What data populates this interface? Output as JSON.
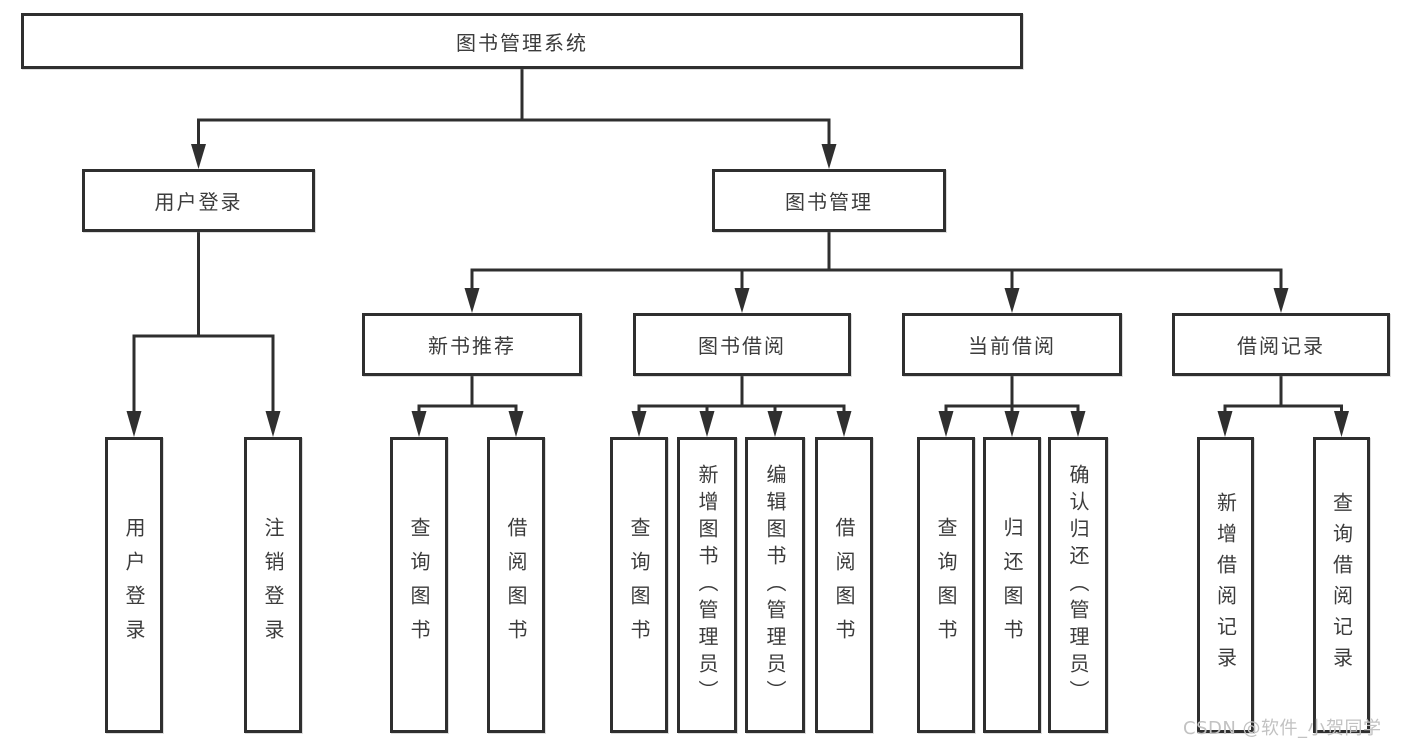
{
  "diagram": {
    "title_node": "图书管理系统",
    "user_login_branch": {
      "label": "用户登录",
      "children": [
        "用户登录",
        "注销登录"
      ]
    },
    "book_mgmt_branch": {
      "label": "图书管理",
      "sections": [
        {
          "label": "新书推荐",
          "children": [
            "查询图书",
            "借阅图书"
          ]
        },
        {
          "label": "图书借阅",
          "children": [
            "查询图书",
            "新增图书（管理员）",
            "编辑图书（管理员）",
            "借阅图书"
          ]
        },
        {
          "label": "当前借阅",
          "children": [
            "查询图书",
            "归还图书",
            "确认归还（管理员）"
          ]
        },
        {
          "label": "借阅记录",
          "children": [
            "新增借阅记录",
            "查询借阅记录"
          ]
        }
      ]
    }
  },
  "watermark": "CSDN @软件_小贺同学",
  "colors": {
    "line": "#2f2f2f",
    "box_border": "#2f2f2f",
    "box_fill": "#ffffff",
    "text": "#3c3c3c",
    "watermark": "#c2c2c2",
    "background": "#ffffff"
  }
}
